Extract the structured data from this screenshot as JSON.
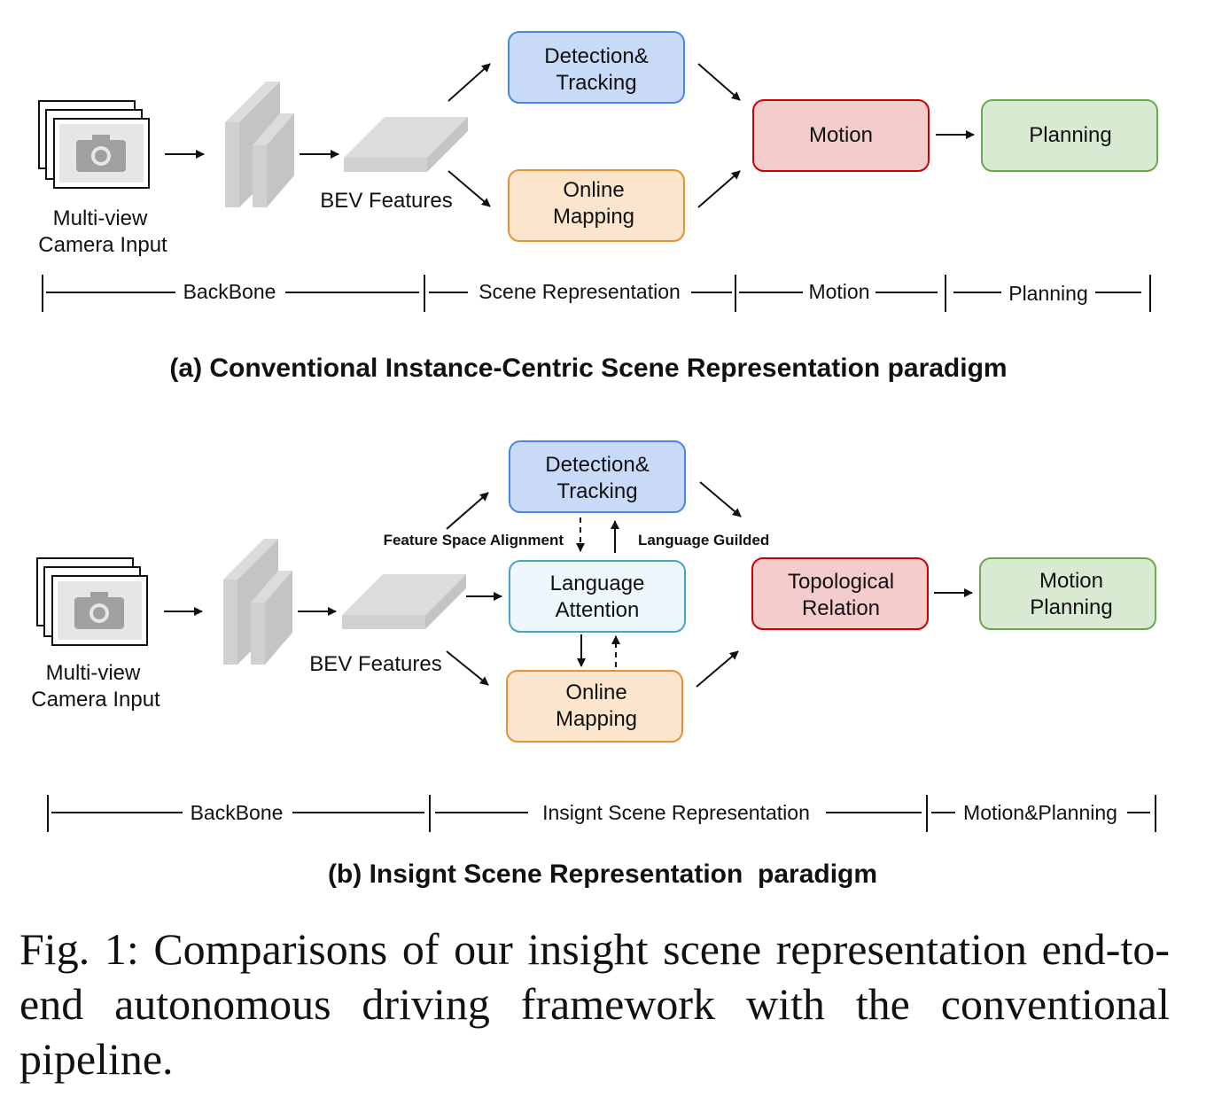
{
  "panel_a": {
    "input_label_1": "Multi-view",
    "input_label_2": "Camera Input",
    "bev_label": "BEV Features",
    "detection_1": "Detection&",
    "detection_2": "Tracking",
    "mapping_1": "Online",
    "mapping_2": "Mapping",
    "motion": "Motion",
    "planning": "Planning",
    "sections": [
      "BackBone",
      "Scene Representation",
      "Motion",
      "Planning"
    ],
    "subcaption": "(a) Conventional Instance-Centric Scene Representation paradigm"
  },
  "panel_b": {
    "input_label_1": "Multi-view",
    "input_label_2": "Camera Input",
    "bev_label": "BEV Features",
    "detection_1": "Detection&",
    "detection_2": "Tracking",
    "language_1": "Language",
    "language_2": "Attention",
    "mapping_1": "Online",
    "mapping_2": "Mapping",
    "feature_alignment": "Feature Space Alignment",
    "language_guided": "Language Guilded",
    "topo_1": "Topological",
    "topo_2": "Relation",
    "motion_planning_1": "Motion",
    "motion_planning_2": "Planning",
    "sections": [
      "BackBone",
      "Insignt Scene Representation",
      "Motion&Planning"
    ],
    "subcaption": "(b) Insignt Scene Representation  paradigm"
  },
  "caption": "Fig. 1: Comparisons of our insight scene representation end-to-end autonomous driving framework with the conventional pipeline.",
  "colors": {
    "detection_fill": "#c9daf8",
    "detection_stroke": "#4a86e8",
    "mapping_fill": "#fce5cd",
    "mapping_stroke": "#e69138",
    "motion_fill": "#f4cccc",
    "motion_stroke": "#cc0000",
    "planning_fill": "#d9ead3",
    "planning_stroke": "#6aa84f",
    "language_fill": "#eef8fc",
    "language_stroke": "#45a4c9"
  }
}
